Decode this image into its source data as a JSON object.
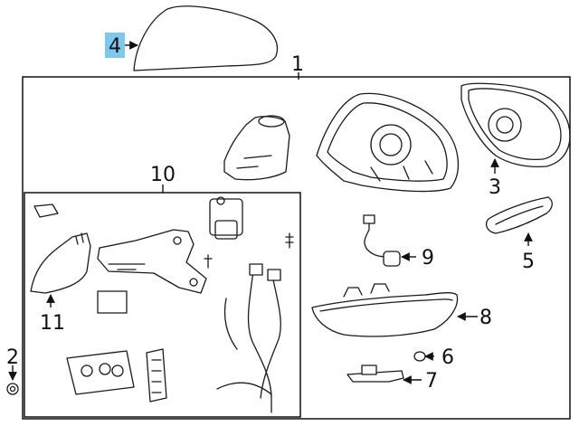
{
  "callouts": {
    "c1": "1",
    "c2": "2",
    "c3": "3",
    "c4": "4",
    "c5": "5",
    "c6": "6",
    "c7": "7",
    "c8": "8",
    "c9": "9",
    "c10": "10",
    "c11": "11"
  },
  "highlight_color": "#7ec8ec",
  "highlighted_callout": "4"
}
